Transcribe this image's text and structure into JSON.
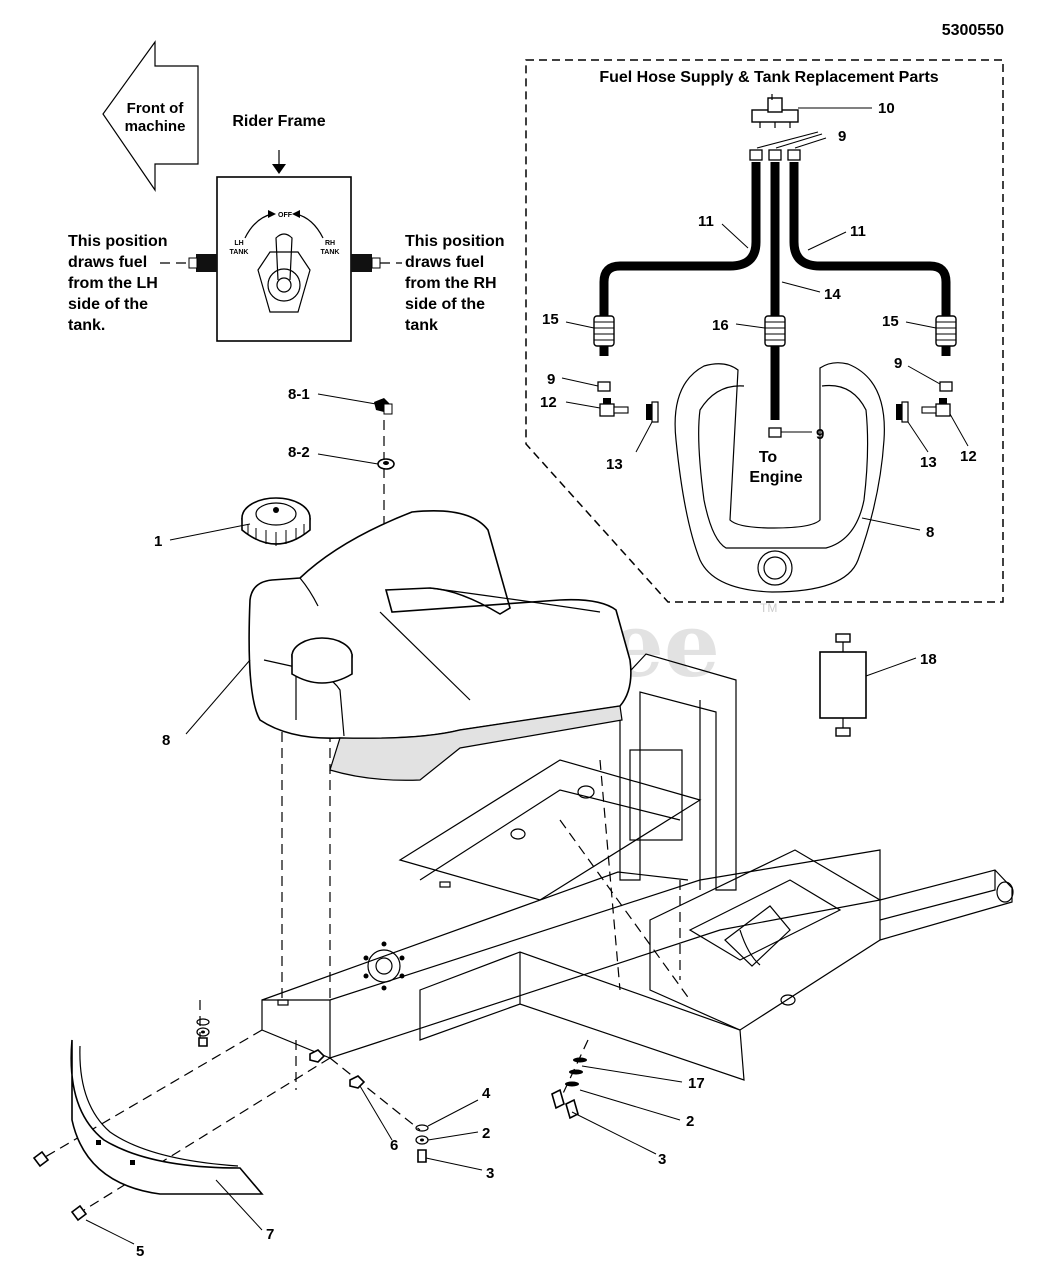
{
  "diagram_id": "5300550",
  "front_arrow": {
    "line1": "Front of",
    "line2": "machine"
  },
  "rider_frame": {
    "title": "Rider Frame",
    "off": "OFF",
    "lh_top": "LH",
    "lh_bottom": "TANK",
    "rh_top": "RH",
    "rh_bottom": "TANK"
  },
  "notes": {
    "left": [
      "This position",
      "draws fuel",
      "from the LH",
      "side of the",
      "tank."
    ],
    "right": [
      "This position",
      "draws fuel",
      "from the RH",
      "side of the",
      "tank"
    ]
  },
  "inset": {
    "title": "Fuel Hose Supply & Tank Replacement Parts",
    "to_engine_1": "To",
    "to_engine_2": "Engine"
  },
  "watermark": {
    "text": "PartsTree",
    "tm": "TM"
  },
  "callouts": {
    "c10": "10",
    "c9a": "9",
    "c11a": "11",
    "c11b": "11",
    "c14": "14",
    "c15a": "15",
    "c16": "16",
    "c15b": "15",
    "c9b": "9",
    "c9c": "9",
    "c12a": "12",
    "c13a": "13",
    "c9d": "9",
    "c13b": "13",
    "c12b": "12",
    "c8inset": "8",
    "c8_1": "8-1",
    "c8_2": "8-2",
    "c1": "1",
    "c8": "8",
    "c18": "18",
    "c17": "17",
    "c2a": "2",
    "c3a": "3",
    "c4": "4",
    "c2b": "2",
    "c6": "6",
    "c3b": "3",
    "c7": "7",
    "c5": "5"
  },
  "icons": [
    "front-arrow-icon",
    "fuel-valve-icon",
    "fuel-cap-icon",
    "fuel-filter-icon",
    "fuel-tank-icon",
    "frame-icon"
  ]
}
